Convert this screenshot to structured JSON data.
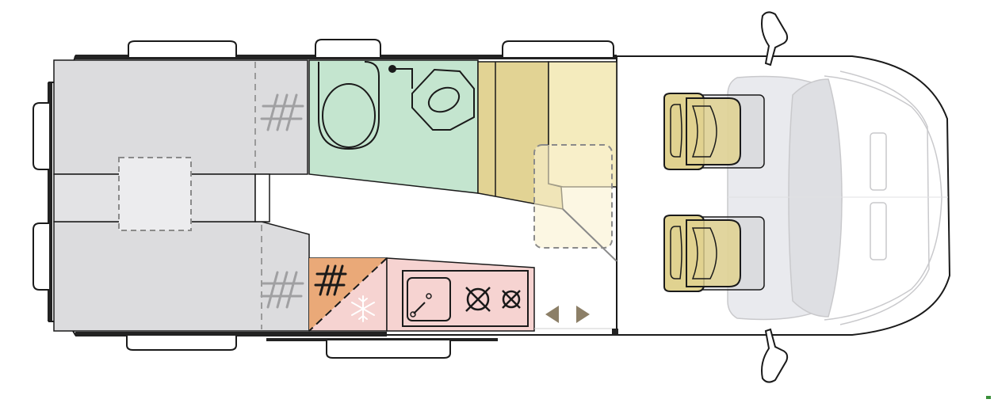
{
  "diagram": {
    "kind": "motorhome-floor-plan",
    "colors": {
      "wall": "#222222",
      "outline": "#1a1a1a",
      "bed": "#dcdcde",
      "bed_divider": "#9a9a9a",
      "bathroom": "#c4e5cf",
      "lounge_dark": "#e2d394",
      "lounge_light": "#f4ebbd",
      "kitchen": "#f6d3d1",
      "fridge_vent": "#eaa978",
      "seat": "#e0d290",
      "seat_overlay": "#cfcfd3",
      "cab_glass": "#e9eaee",
      "cab_line": "#c9c9cc",
      "arrow": "#8c7f67",
      "dashed": "#8a8a8a",
      "overlay_table": "#faf1d0"
    },
    "icons": {
      "fridge": "snowflake-icon",
      "ventilation": "hatch-icon",
      "sink": "sink-icon",
      "hob": "gas-burner-icon",
      "direction": "left-right-arrows-icon"
    },
    "zones": [
      "rear-bed-upper",
      "rear-bed-lower",
      "bathroom",
      "lounge-bench",
      "kitchen",
      "fridge",
      "cab"
    ]
  }
}
